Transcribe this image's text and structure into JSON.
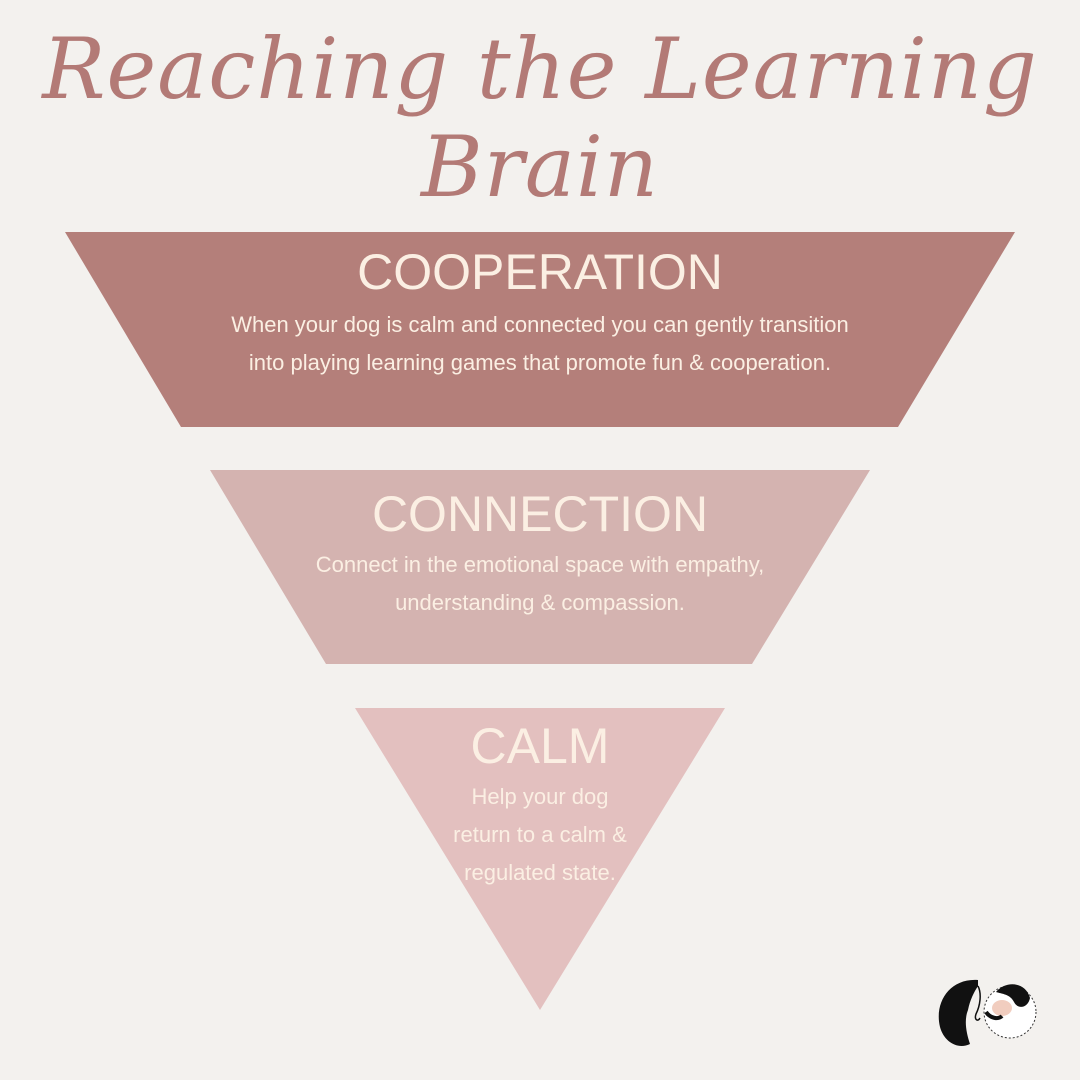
{
  "title": "Reaching the Learning Brain",
  "levels": [
    {
      "heading": "COOPERATION",
      "text": "When your dog is calm and connected you can gently transition into playing learning games that promote fun & cooperation.",
      "color": "#b47f7a"
    },
    {
      "heading": "CONNECTION",
      "text": "Connect in the emotional space with empathy, understanding & compassion.",
      "color": "#d4b3b0"
    },
    {
      "heading": "CALM",
      "text": "Help your dog return to a calm & regulated state.",
      "color": "#e3c0bf"
    }
  ],
  "text_color": "#fbefe3",
  "logo_icon": "woman-and-dog-nose-kiss-logo"
}
